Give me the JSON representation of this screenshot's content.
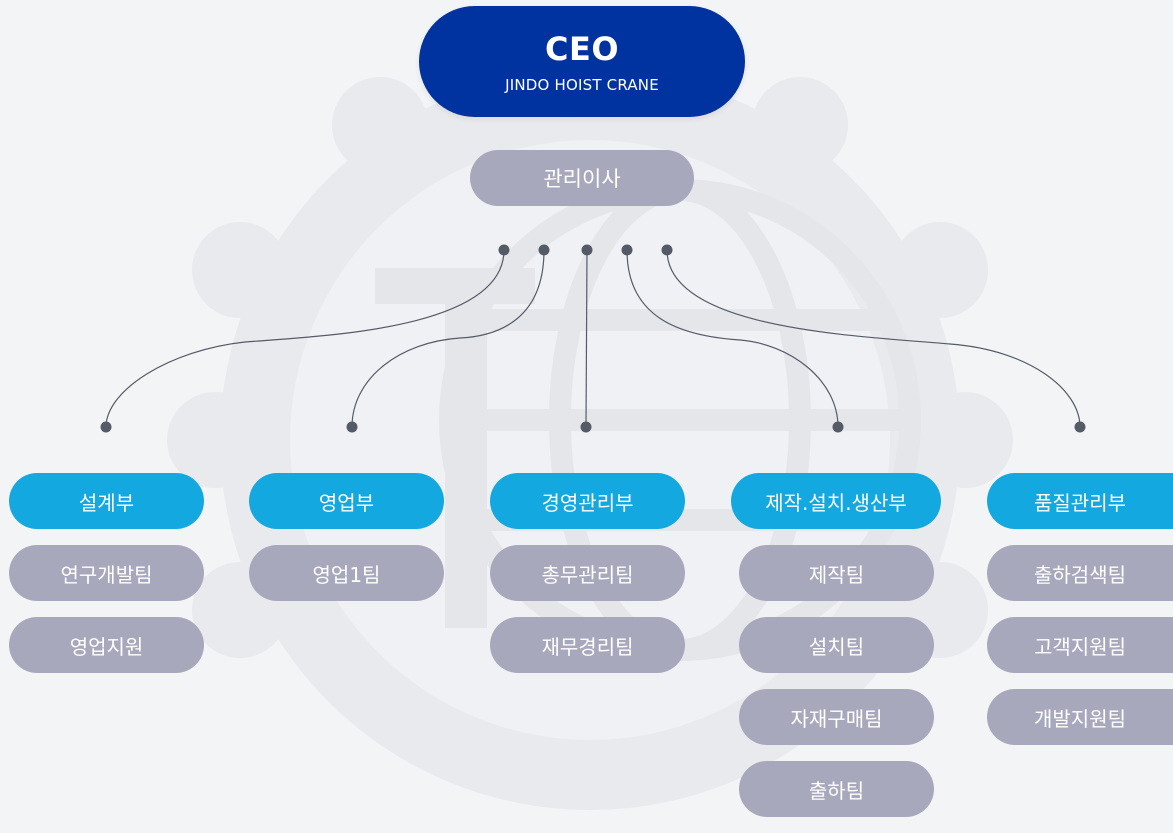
{
  "ceo": {
    "title": "CEO",
    "subtitle": "JINDO HOIST CRANE"
  },
  "director": "관리이사",
  "departments": [
    {
      "name": "설계부",
      "teams": [
        "연구개발팀",
        "영업지원"
      ]
    },
    {
      "name": "영업부",
      "teams": [
        "영업1팀"
      ]
    },
    {
      "name": "경영관리부",
      "teams": [
        "총무관리팀",
        "재무경리팀"
      ]
    },
    {
      "name": "제작.설치.생산부",
      "teams": [
        "제작팀",
        "설치팀",
        "자재구매팀",
        "출하팀"
      ]
    },
    {
      "name": "품질관리부",
      "teams": [
        "출하검색팀",
        "고객지원팀",
        "개발지원팀"
      ]
    }
  ],
  "colors": {
    "ceo": "#0033a0",
    "department": "#13a8e0",
    "team": "#a8a8bd",
    "connector": "#555b66",
    "background": "#f3f4f6"
  }
}
